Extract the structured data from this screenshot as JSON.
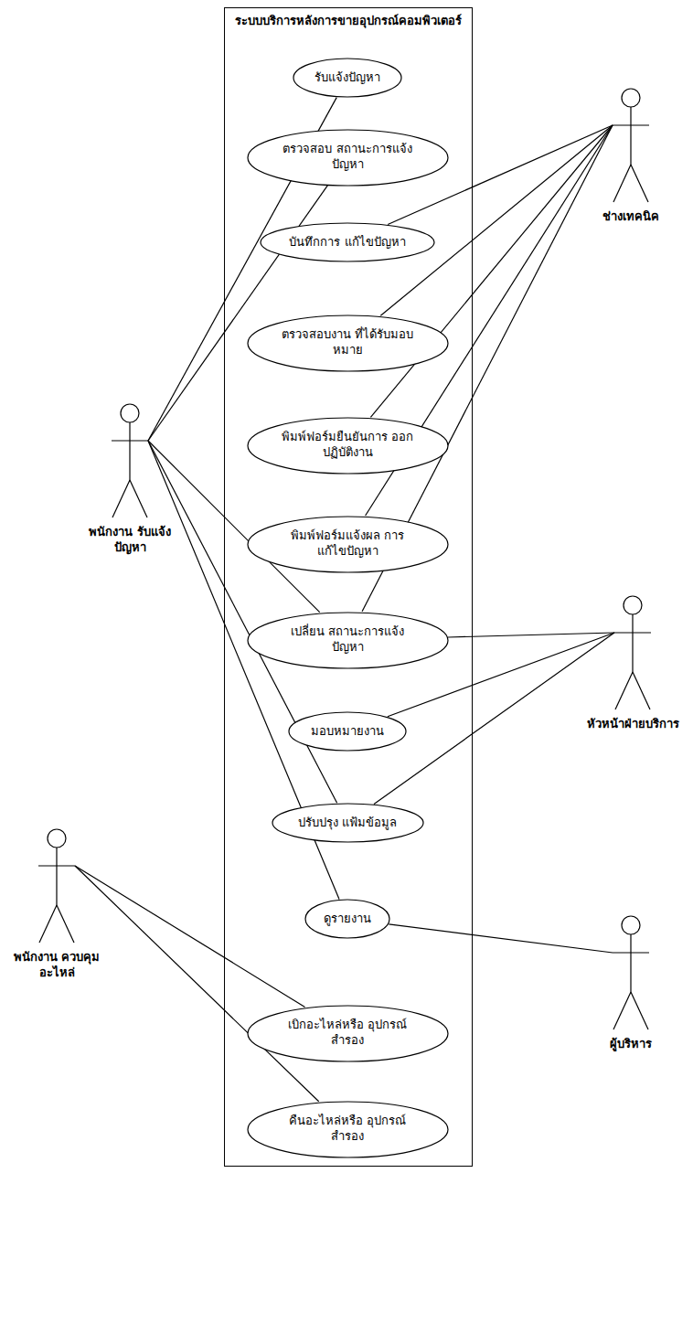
{
  "diagram": {
    "nodes": [
      {
        "text": [
          "ระบบบริการหลังการขายอุปกรณ์คอมพิวเตอร์"
        ]
      },
      {
        "text": [
          "รับแจ้งปัญหา"
        ],
        "in": 0
      },
      {
        "text": [
          "ตรวจสอบ สถานะการแจ้งปัญหา"
        ],
        "in": 0
      },
      {
        "text": [
          "บันทึกการ แก้ไขปัญหา"
        ],
        "in": 0
      },
      {
        "text": [
          "ตรวจสอบงาน ที่ได้รับมอบหมาย"
        ],
        "in": 0
      },
      {
        "text": [
          "พิมพ์ฟอร์มยืนยันการ ออกปฏิบัติงาน"
        ],
        "in": 0
      },
      {
        "text": [
          "พิมพ์ฟอร์มแจ้งผล การแก้ไขปัญหา"
        ],
        "in": 0
      },
      {
        "text": [
          "เปลี่ยน สถานะการแจ้งปัญหา"
        ],
        "in": 0
      },
      {
        "text": [
          "มอบหมายงาน"
        ],
        "in": 0
      },
      {
        "text": [
          "ปรับปรุง แฟ้มข้อมูล"
        ],
        "in": 0
      },
      {
        "text": [
          "ดูรายงาน"
        ],
        "in": 0
      },
      {
        "text": [
          "เบิกอะไหล่หรือ อุปกรณ์สำรอง"
        ],
        "in": 0
      },
      {
        "text": [
          "คืนอะไหล่หรือ อุปกรณ์สำรอง"
        ],
        "in": 0
      },
      {
        "text": [
          "พนักงาน รับแจ้งปัญหา"
        ]
      },
      {
        "text": [
          "ช่างเทคนิค"
        ]
      },
      {
        "text": [
          "หัวหน้าฝ่ายบริการ"
        ]
      },
      {
        "text": [
          "พนักงาน ควบคุมอะไหล่"
        ]
      },
      {
        "text": [
          "ผู้บริหาร"
        ]
      }
    ],
    "edges": [
      {
        "from": 13,
        "to": 1,
        "arrow": "none"
      },
      {
        "from": 13,
        "to": 2,
        "arrow": "none"
      },
      {
        "from": 13,
        "to": 7,
        "arrow": "none"
      },
      {
        "from": 13,
        "to": 9,
        "arrow": "none"
      },
      {
        "from": 13,
        "to": 10,
        "arrow": "none"
      },
      {
        "from": 14,
        "to": 3,
        "arrow": "none"
      },
      {
        "from": 14,
        "to": 4,
        "arrow": "none"
      },
      {
        "from": 14,
        "to": 5,
        "arrow": "none"
      },
      {
        "from": 14,
        "to": 6,
        "arrow": "none"
      },
      {
        "from": 14,
        "to": 7,
        "arrow": "none"
      },
      {
        "from": 15,
        "to": 7,
        "arrow": "none"
      },
      {
        "from": 15,
        "to": 8,
        "arrow": "none"
      },
      {
        "from": 15,
        "to": 9,
        "arrow": "none"
      },
      {
        "from": 16,
        "to": 11,
        "arrow": "none"
      },
      {
        "from": 16,
        "to": 12,
        "arrow": "none"
      },
      {
        "from": 17,
        "to": 10,
        "arrow": "none"
      }
    ]
  }
}
